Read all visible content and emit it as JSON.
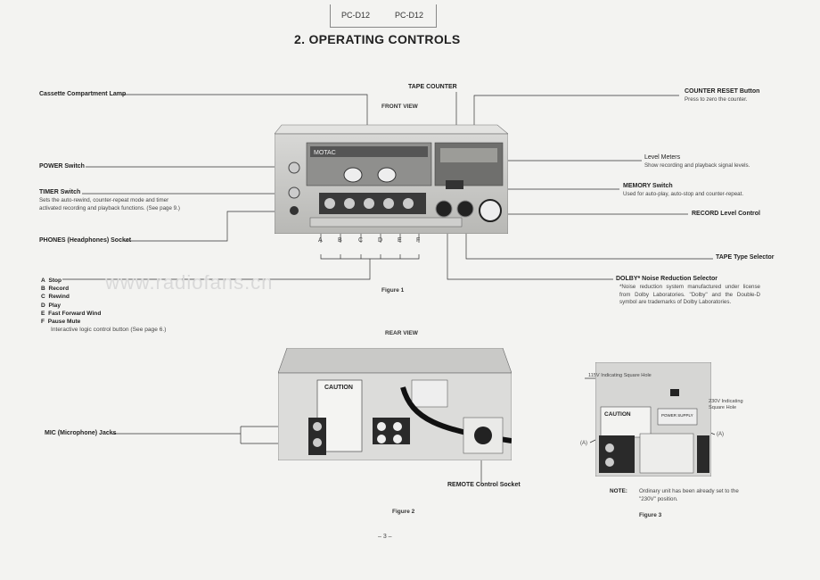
{
  "header": {
    "model_left": "PC-D12",
    "model_right": "PC-D12"
  },
  "page_title": "2. OPERATING CONTROLS",
  "front": {
    "view_title": "FRONT VIEW",
    "tape_counter": "TAPE COUNTER",
    "cassette_lamp": "Cassette Compartment Lamp",
    "power_switch": "POWER Switch",
    "timer_switch": "TIMER Switch",
    "timer_desc": "Sets the auto-rewind, counter-repeat mode and timer activated recording and playback functions. (See page 9.)",
    "phones": "PHONES (Headphones) Socket",
    "counter_reset": "COUNTER RESET Button",
    "counter_reset_desc": "Press to zero the counter.",
    "level_meters": "Level Meters",
    "level_meters_desc": "Show recording and playback signal levels.",
    "memory": "MEMORY Switch",
    "memory_desc": "Used for auto-play, auto-stop and counter-repeat.",
    "record_level": "RECORD Level Control",
    "tape_type": "TAPE Type Selector",
    "dolby": "DOLBY* Noise Reduction Selector",
    "dolby_desc": "*Noise reduction system manufactured under license from Dolby Laboratories. \"Dolby\" and the Double-D symbol are trademarks of Dolby Laboratories.",
    "letters": [
      "A",
      "B",
      "C",
      "D",
      "E",
      "F"
    ],
    "legend": [
      {
        "k": "A",
        "v": "Stop"
      },
      {
        "k": "B",
        "v": "Record"
      },
      {
        "k": "C",
        "v": "Rewind"
      },
      {
        "k": "D",
        "v": "Play"
      },
      {
        "k": "E",
        "v": "Fast Forward Wind"
      },
      {
        "k": "F",
        "v": "Pause Mute"
      }
    ],
    "legend_note": "Interactive logic control button (See page 6.)",
    "figure": "Figure 1",
    "deck_brand": "MOTAC",
    "caution": "CAUTION"
  },
  "rear": {
    "view_title": "REAR VIEW",
    "mic": "MIC (Microphone) Jacks",
    "remote": "REMOTE Control Socket",
    "figure": "Figure 2"
  },
  "fig3": {
    "v115": "115V Indicating Square Hole",
    "v230": "230V Indicating Square Hole",
    "a_left": "(A)",
    "a_right": "(A)",
    "power_supply": "POWER SUPPLY",
    "note_label": "NOTE:",
    "note_text": "Ordinary unit has been already set to the \"230V\" position.",
    "figure": "Figure 3"
  },
  "page_number": "– 3 –",
  "watermark": "www.radiofans.cn"
}
